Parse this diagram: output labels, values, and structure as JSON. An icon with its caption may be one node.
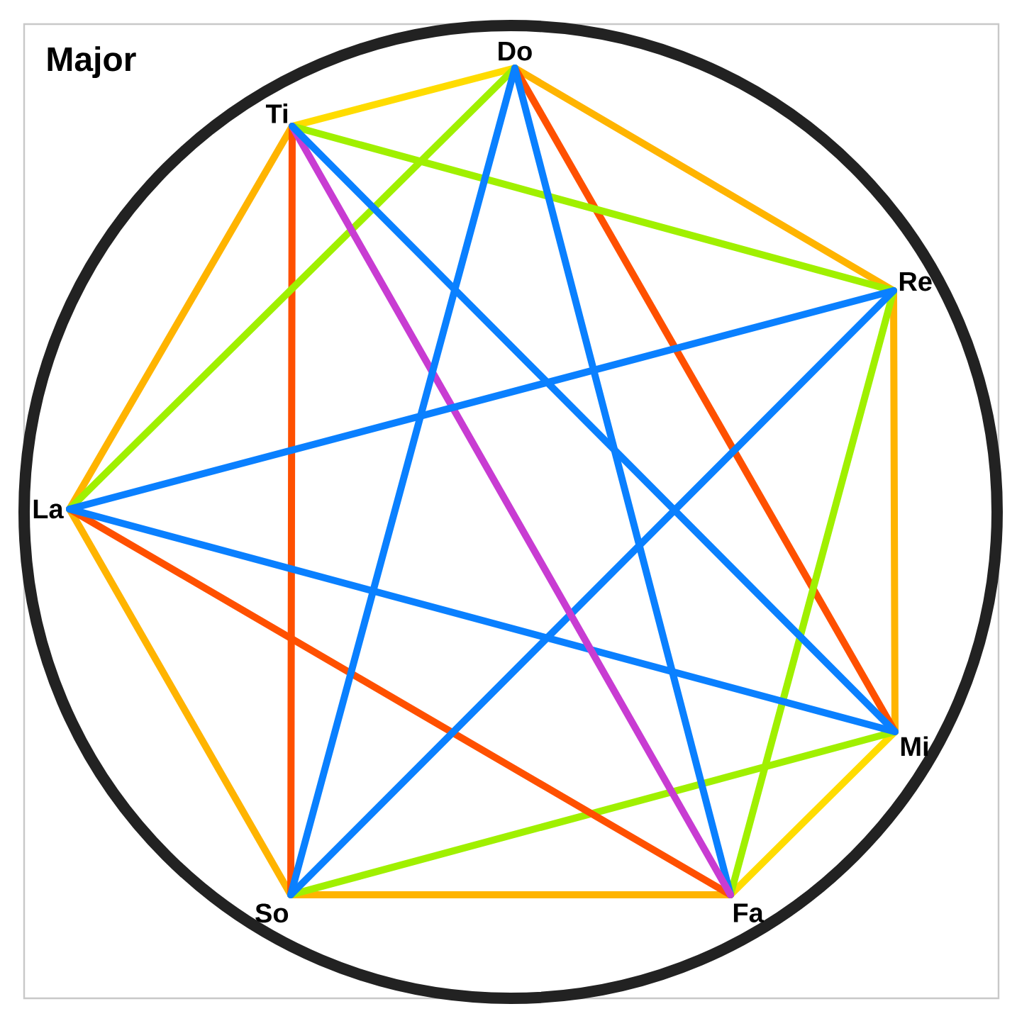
{
  "diagram": {
    "title": "Major",
    "nodes": [
      {
        "text": [
          "Do"
        ]
      },
      {
        "text": [
          "Re"
        ]
      },
      {
        "text": [
          "Mi"
        ]
      },
      {
        "text": [
          "Fa"
        ]
      },
      {
        "text": [
          "So"
        ]
      },
      {
        "text": [
          "La"
        ]
      },
      {
        "text": [
          "Ti"
        ]
      }
    ],
    "edges": [
      {
        "from": 0,
        "to": 1,
        "arrow": "none",
        "color": "#ffb400"
      },
      {
        "from": 1,
        "to": 2,
        "arrow": "none",
        "color": "#ffb400"
      },
      {
        "from": 2,
        "to": 3,
        "arrow": "none",
        "color": "#ffdc00"
      },
      {
        "from": 3,
        "to": 4,
        "arrow": "none",
        "color": "#ffb400"
      },
      {
        "from": 4,
        "to": 5,
        "arrow": "none",
        "color": "#ffb400"
      },
      {
        "from": 5,
        "to": 6,
        "arrow": "none",
        "color": "#ffb400"
      },
      {
        "from": 6,
        "to": 0,
        "arrow": "none",
        "color": "#ffdc00"
      },
      {
        "from": 0,
        "to": 2,
        "arrow": "none",
        "color": "#ff5000"
      },
      {
        "from": 1,
        "to": 3,
        "arrow": "none",
        "color": "#a0f000"
      },
      {
        "from": 2,
        "to": 4,
        "arrow": "none",
        "color": "#a0f000"
      },
      {
        "from": 3,
        "to": 5,
        "arrow": "none",
        "color": "#ff5000"
      },
      {
        "from": 4,
        "to": 6,
        "arrow": "none",
        "color": "#ff5000"
      },
      {
        "from": 5,
        "to": 0,
        "arrow": "none",
        "color": "#a0f000"
      },
      {
        "from": 6,
        "to": 1,
        "arrow": "none",
        "color": "#a0f000"
      },
      {
        "from": 0,
        "to": 3,
        "arrow": "none",
        "color": "#0a80ff"
      },
      {
        "from": 1,
        "to": 4,
        "arrow": "none",
        "color": "#0a80ff"
      },
      {
        "from": 2,
        "to": 5,
        "arrow": "none",
        "color": "#0a80ff"
      },
      {
        "from": 3,
        "to": 6,
        "arrow": "none",
        "color": "#c83cd2"
      },
      {
        "from": 4,
        "to": 0,
        "arrow": "none",
        "color": "#0a80ff"
      },
      {
        "from": 5,
        "to": 1,
        "arrow": "none",
        "color": "#0a80ff"
      },
      {
        "from": 6,
        "to": 2,
        "arrow": "none",
        "color": "#0a80ff"
      }
    ]
  }
}
